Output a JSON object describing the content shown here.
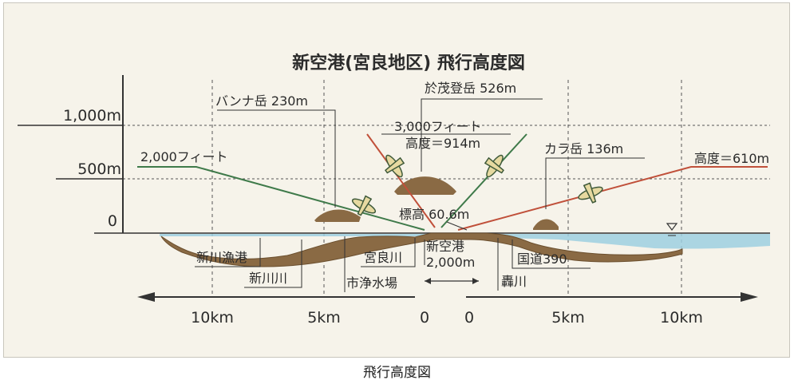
{
  "title": "新空港(宮良地区) 飛行高度図",
  "caption": "飛行高度図",
  "y_axis": {
    "y1000": "1,000m",
    "y500": "500m",
    "y0": "0"
  },
  "x_axis": {
    "left_10km": "10km",
    "left_5km": "5km",
    "left_0": "0",
    "right_0": "0",
    "right_5km": "5km",
    "right_10km": "10km"
  },
  "labels": {
    "banna": "バンナ岳 230m",
    "omoto": "於茂登岳 526m",
    "ft3000": "3,000フィート",
    "alt914": "高度＝914m",
    "kara": "カラ岳 136m",
    "alt610": "高度＝610m",
    "ft2000": "2,000フィート",
    "elevation": "標高 60.6m",
    "airport": "新空港",
    "runway": "2,000m",
    "shinkawa_port": "新川漁港",
    "shinkawa_river": "新川川",
    "miyara_river": "宮良川",
    "water_plant": "市浄水場",
    "route390": "国道390",
    "todoroki": "轟川"
  },
  "colors": {
    "approach_green": "#3f7a4a",
    "approach_red": "#c0503a",
    "terrain": "#7a5c38",
    "sea": "#9ecfe0",
    "grid": "#555555"
  }
}
